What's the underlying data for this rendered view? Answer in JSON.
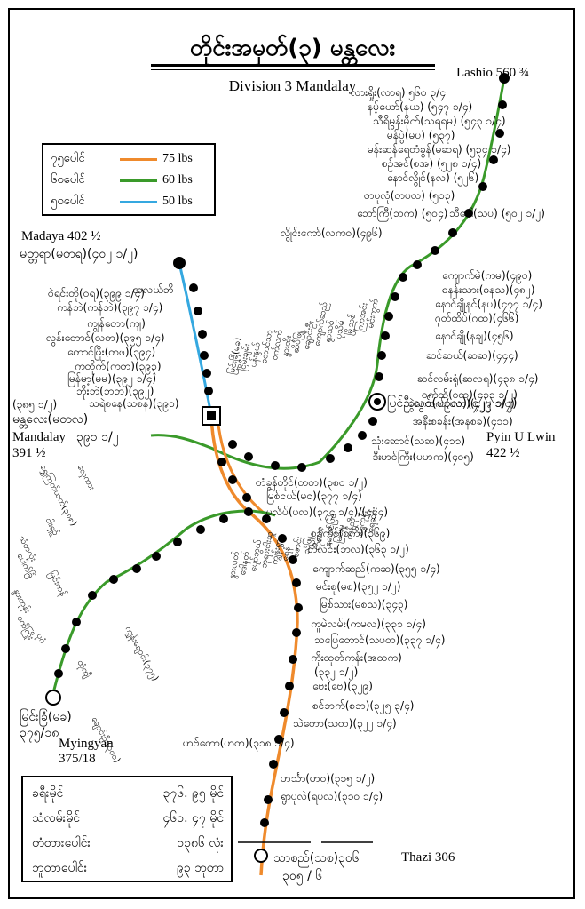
{
  "title_mm": "တိုင်းအမှတ်(၃) မန္တလေး",
  "title_en": "Division 3 Mandalay",
  "legend": [
    {
      "label": "၇၅ပေါင်",
      "value": "75 lbs",
      "color": "#ef8a2c"
    },
    {
      "label": "၆၀ပေါင်",
      "value": "60 lbs",
      "color": "#3a9a2a"
    },
    {
      "label": "၅၀ပေါင်",
      "value": "50 lbs",
      "color": "#35a8e0"
    }
  ],
  "place_labels": {
    "lashio": "Lashio 560 ¾",
    "madaya": "Madaya 402 ½",
    "madaya_mm": "မတ္တရာ(မတရ)(၄၀၂ ၁/၂)",
    "mandalay_mm": "မန္တလေး(မတလ)",
    "mandalay_km_left": "(၃၈၅ ၁/၂)",
    "mandalay_en": "Mandalay",
    "mandalay_km": "391 ½",
    "mandalay_mm_km": "၃၉၁ ၁/၂",
    "pyinulwin_mm": "ပြင်ဦးလွင်(ပဥလ)(၄၂၂ ၁/၂)",
    "pyinulwin_en": "Pyin U Lwin",
    "pyinulwin_km": "422 ½",
    "myingyan_mm": "မြင်းခြံ(မခ)",
    "myingyan_mm_km": "၃၇၅/၁၈",
    "myingyan_en": "Myingyan",
    "myingyan_km": "375/18",
    "thazi_mm": "သာစည်(သစ)၃၀၆",
    "thazi_mm_km": "၃၀၅ / ၆",
    "thazi_en": "Thazi 306"
  },
  "stations_right": [
    "လားရှိုး(လာရ) ၅၆၀ ၃/၄",
    "နမ့်ယော်(နယ) (၅၄၇ ၁/၄)",
    "သီရိမွန်းမိုက်(သရရမ) (၅၄၃ ၁/၄)",
    "မန်ပွဲ(မပ) (၅၃၇)",
    "မန်းဆန်ရေတံခွန်(မဆရ) (၅၃၄ ၁/၄)",
    "စဉ်အင်(စအ) (၅၂၈ ၁/၄)",
    "နောင်လွိုင်(နလ) (၅၂၆)",
    "တပုလုံ(တပလ) (၅၁၃)",
    "ဘော်ကြီ(ဘက) (၅၀၄)",
    "သီပေါ(သပ) (၅၀၂ ၁/၂)",
    "လွိုင်းကော်(လကဝ)(၄၉၆)",
    "ကျောက်မဲ(ကမ)(၄၉၀)",
    "ဓနန်းသား(ဓနသ)(၄၈၂)",
    "နောင်ချိုနင်(နပ)(၄၇၇ ၁/၄)",
    "ဂုတ်ထိပ်(ဂထ)(၄၆၆)",
    "နောင်ချို(နချ)(၄၅၆)",
    "ဆင်ဆယ်(ဆဆ)(၄၄၄)",
    "ဆင်လမ်းရုံ(ဆလရ)(၄၃၈ ၁/၄)",
    "ဝက်ထိ(ဝထ)(၄၃၃ ၁/၂)",
    "ပွဲကောက်(ပက)(၄၂၉ ၁/၄)",
    "အနီးစခန်း(အနစခ)(၄၁၁)",
    "သုံးဆောင်(သဆ)(၄၁၁)",
    "ဒီးဟင်ကြီး(ပဟက)(၄၀၅)"
  ],
  "stations_south": [
    "တံခွန်တိုင်(တတ)(၃၈၀ ၁/၂)",
    "မြစ်ငယ်(မင)(၃၇၇ ၁/၄)",
    "ပလိပ်(ပလ)(၃၇၄ ၁/၄)/(၄၄၄)",
    "စဉ့်ကိုင်(စကိ)(၃၆၉)",
    "ဘိလင်း(ဘလ)(၃၆၃ ၁/၂)",
    "ကျောက်ဆည်(ကဆ)(၃၅၅ ၁/၄)",
    "မင်းစု(မစ)(၃၅၂ ၁/၂)",
    "မြစ်သား(မစသ)(၃၄၃)",
    "ကူမဲလမ်း(ကမလ)(၃၃၁ ၁/၄)",
    "သပြေတောင်(သပတ)(၃၃၇ ၁/၄)",
    "ကိုးထုတ်ကုန်း(အထက)",
    "(၃၃၂ ၁/၂)",
    "ဗေး(ဗေ)(၃၂၉)",
    "စင်ဘက်(စဘ)(၃၂၅ ၃/၄)",
    "သဲတော(သတ)(၃၂၂ ၁/၄)",
    "ဟဗ်တော(ဟတ)(၃၁၈ ၁/၄)",
    "ဟင်္သာ(ဟဝ)(၃၁၅ ၁/၂)",
    "ရွာပုလဲ(ရပလ)(၃၁၀ ၁/၄)"
  ],
  "stations_madaya_line": [
    "အလယ်ဘိ",
    "ဝဲရင်းတို(ဝရ)(၃၉၉ ၁/၄)",
    "ကန်ဘဲ(ကန်ဘဲ)(၃၉၇ ၁/၄)",
    "ကျွန်တော(ကျ)",
    "လွန်းတောင်(လတ)(၃၉၅ ၁/၄)",
    "တောင်ဖြိုး(တဖ)(၃၉၄)",
    "ကတိုက်(ကတ)(၃၉၃)",
    "မြန်မာ့(မမ)(၃၉၂ ၁/၄)",
    "ဘိုးဘဲ(ဘဘ)(၃၉၂)",
    "သရဲစနေ(သစန)(၃၉၁)"
  ],
  "stations_west_vertical": [
    "မြင်းခြံ(မခ)",
    "ငြိမ်းချမ်း",
    "ပန်းနွယ်",
    "တောင်သာ",
    "ဝက်လက်",
    "နွားထိုး",
    "ဆိပ်ဖြူ",
    "ချောင်းဦး",
    "ကျောက်ဆည်",
    "ရွာသစ်",
    "ပုသိမ်",
    "မြို့သစ်",
    "ကြာအင်း",
    "မင်းကွက်",
    "နွားလတ်",
    "ဒေါနတ်",
    "ပျော်ဘွယ်",
    "ဘုရားငါးဆူ",
    "ကျွန်းရွာ",
    "ရေနံ",
    "ဇောင်း",
    "သံဖြူ",
    "ကုလား",
    "တောင်ပြင်",
    "မြင်းမူ",
    "ကန်ညို",
    "ရွှေကုန်း",
    "ရေဆင်း"
  ],
  "west_line_labels": [
    "ရွှေကြက်ယက်(၃၈၈)",
    "လှေကား",
    "ငါးရှဉ့်",
    "သံတလုံး",
    "ပေါက်ခြံ",
    "မြင်းကန်",
    "နွားကုန်း",
    "ဝက်ကြိုး",
    "ပုဂံ",
    "တုံကျီ",
    "ချောင်းဦး(၃၀၀)",
    "ကျွန်းချောင်း(၃၇၅)"
  ],
  "stats": [
    {
      "k": "ခရီးမိုင်",
      "v": "၃၇၆. ၉၅ မိုင်"
    },
    {
      "k": "သံလမ်းမိုင်",
      "v": "၄၆၁. ၄၇ မိုင်"
    },
    {
      "k": "တံတားပေါင်း",
      "v": "၁၃၈၆ လုံး"
    },
    {
      "k": "ဘူတာပေါင်း",
      "v": "၉၃ ဘူတာ"
    }
  ]
}
